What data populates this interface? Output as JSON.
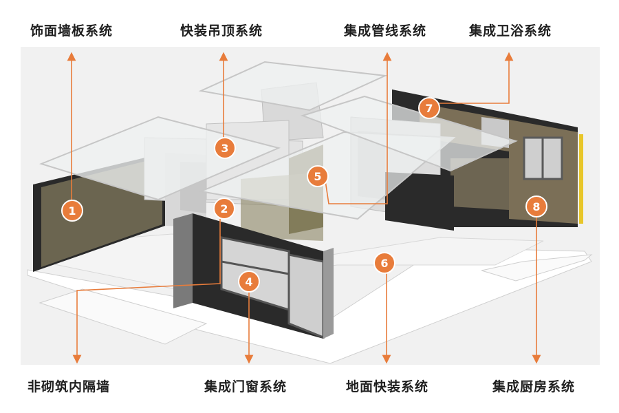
{
  "labels": {
    "top": [
      "饰面墙板系统",
      "快装吊顶系统",
      "集成管线系统",
      "集成卫浴系统"
    ],
    "bottom": [
      "非砌筑内隔墙",
      "集成门窗系统",
      "地面快装系统",
      "集成厨房系统"
    ]
  },
  "badges": [
    "1",
    "2",
    "3",
    "4",
    "5",
    "6",
    "7",
    "8"
  ],
  "colors": {
    "accent": "#e87c3b",
    "wall_dark": "#2b2b2b",
    "wall_panel": "#6b6550",
    "floor": "#f7f7f7",
    "ceiling_glass": "#e9ecec"
  }
}
